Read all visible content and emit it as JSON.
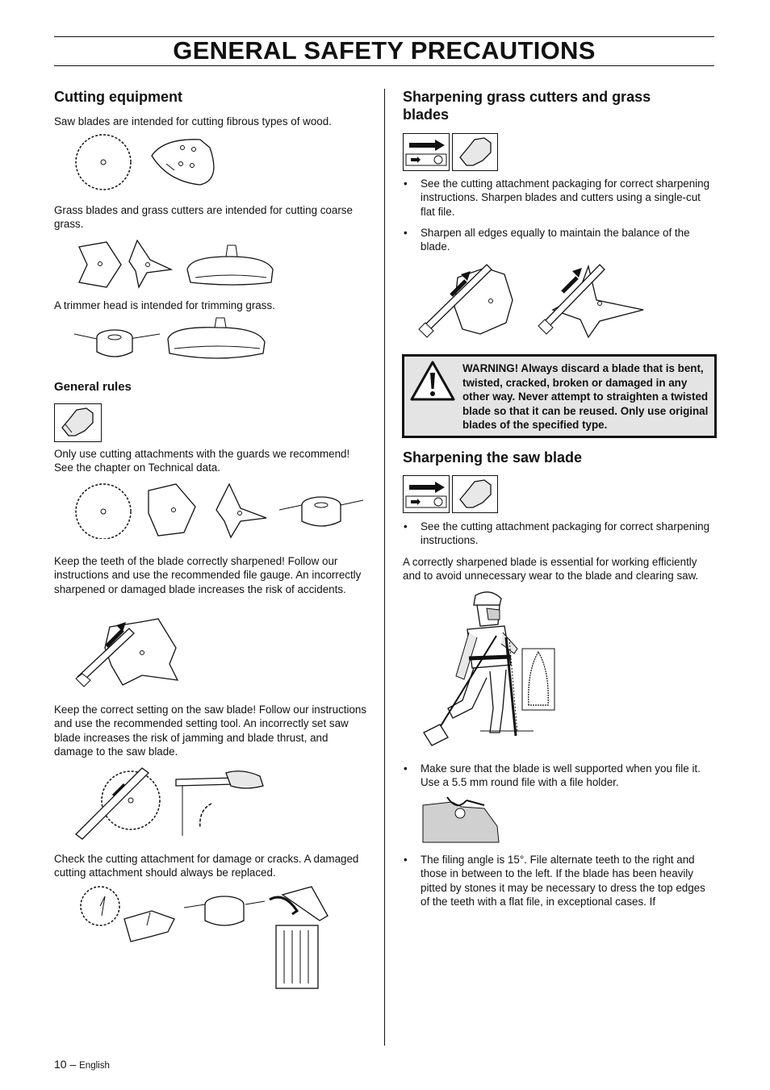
{
  "header": {
    "title": "GENERAL SAFETY PRECAUTIONS"
  },
  "left": {
    "heading": "Cutting equipment",
    "p_saw": "Saw blades are intended for cutting fibrous types of wood.",
    "p_grass": "Grass blades and grass cutters are intended for cutting coarse grass.",
    "p_trimmer": "A trimmer head is intended for trimming grass.",
    "subheading": "General rules",
    "p_guards": "Only use cutting attachments with the guards we recommend! See the chapter on Technical data.",
    "p_teeth": "Keep the teeth of the blade correctly sharpened! Follow our instructions and use the recommended file gauge. An incorrectly sharpened or damaged blade increases the risk of accidents.",
    "p_setting": "Keep the correct setting on the saw blade! Follow our instructions and use the recommended setting tool. An incorrectly set saw blade increases the risk of jamming and blade thrust, and damage to the saw blade.",
    "p_check": "Check the cutting attachment for damage or cracks. A damaged cutting attachment should always be replaced."
  },
  "right": {
    "heading1": "Sharpening grass cutters and grass blades",
    "bullet1": "See the cutting attachment packaging for correct sharpening instructions. Sharpen blades and cutters using a single-cut flat file.",
    "bullet2": "Sharpen all edges equally to maintain the balance of the blade.",
    "warning": "WARNING! Always discard a blade that is bent, twisted, cracked, broken or damaged in any other way. Never attempt to straighten a twisted blade so that it can be reused. Only use original blades of the specified type.",
    "heading2": "Sharpening the saw blade",
    "bullet3": "See the cutting attachment packaging for correct sharpening instructions.",
    "p_correct": "A correctly sharpened blade is essential for working efficiently and to avoid unnecessary wear to the blade and clearing saw.",
    "bullet4": "Make sure that the blade is well supported when you file it. Use a 5.5 mm round file with a file holder.",
    "bullet5": "The filing angle is 15°. File alternate teeth to the right and those in between to the left. If the blade has been heavily pitted by stones it may be necessary to dress the top edges of the teeth with a flat file, in exceptional cases. If"
  },
  "footer": {
    "page": "10 –",
    "language": "English"
  }
}
